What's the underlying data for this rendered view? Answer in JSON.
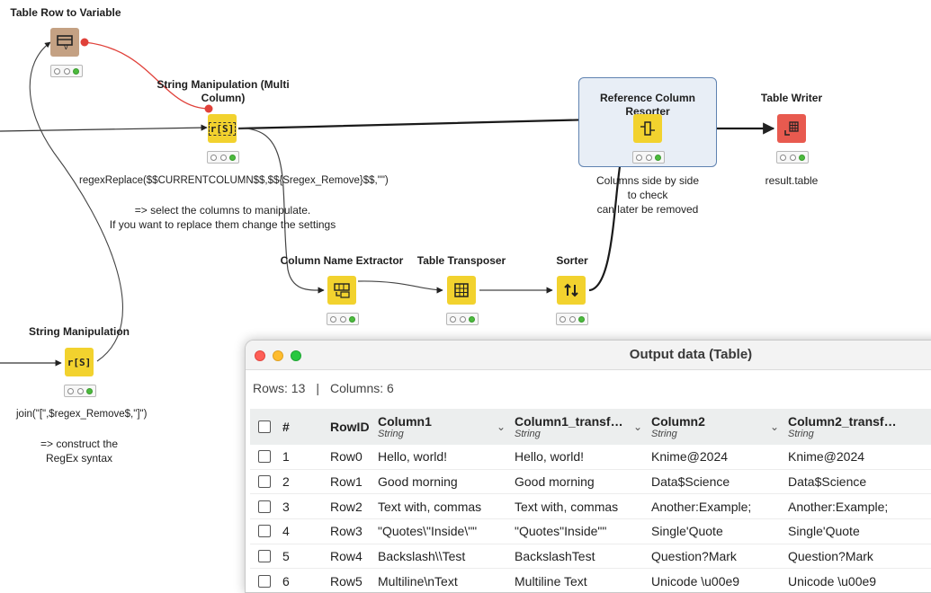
{
  "workflow": {
    "nodes": {
      "table_row_to_variable": {
        "title": "Table Row to Variable"
      },
      "string_manipulation_multi": {
        "title_line1": "String Manipulation (Multi",
        "title_line2": "Column)"
      },
      "reference_column_resorter": {
        "title": "Reference Column Resorter"
      },
      "table_writer": {
        "title": "Table Writer"
      },
      "column_name_extractor": {
        "title": "Column Name Extractor"
      },
      "table_transposer": {
        "title": "Table Transposer"
      },
      "sorter": {
        "title": "Sorter"
      },
      "string_manipulation": {
        "title": "String Manipulation"
      }
    },
    "icons": {
      "string_manipulation_multi": "r[S]",
      "string_manipulation": "r[S]"
    },
    "annotations": {
      "regex_replace": "regexReplace($$CURRENTCOLUMN$$,$${Sregex_Remove}$$,\"\")",
      "select_columns_1": "=> select the columns to manipulate.",
      "select_columns_2": "If you want to replace them change the settings",
      "resorter_note_1": "Columns side by side",
      "resorter_note_2": "to check",
      "resorter_note_3": "can later be removed",
      "writer_note": "result.table",
      "join_expr": "join(\"[\",$regex_Remove$,\"]\")",
      "construct_1": "=> construct the",
      "construct_2": "RegEx syntax"
    },
    "colors": {
      "node_yellow": "#f2d22e",
      "node_brown": "#c4a183",
      "node_red": "#e85a4f",
      "variable_line": "#e0413a",
      "status_green": "#4cbb3d"
    }
  },
  "output_window": {
    "title": "Output data (Table)",
    "rows_label": "Rows: 13",
    "columns_label": "Columns: 6",
    "separator": "|",
    "headers": {
      "index": "#",
      "rowid": "RowID",
      "columns": [
        {
          "name": "Column1",
          "type": "String"
        },
        {
          "name": "Column1_transf…",
          "type": "String"
        },
        {
          "name": "Column2",
          "type": "String"
        },
        {
          "name": "Column2_transf…",
          "type": "String"
        }
      ]
    },
    "rows": [
      {
        "index": "1",
        "rowid": "Row0",
        "c1": "Hello, world!",
        "c1t": "Hello, world!",
        "c2": "Knime@2024",
        "c2t": "Knime@2024"
      },
      {
        "index": "2",
        "rowid": "Row1",
        "c1": "Good morning",
        "c1t": "Good morning",
        "c2": "Data$Science",
        "c2t": "Data$Science"
      },
      {
        "index": "3",
        "rowid": "Row2",
        "c1": "Text with, commas",
        "c1t": "Text with, commas",
        "c2": "Another:Example;",
        "c2t": "Another:Example;"
      },
      {
        "index": "4",
        "rowid": "Row3",
        "c1": "\"Quotes\\\"Inside\\\"\"",
        "c1t": "\"Quotes\"Inside\"\"",
        "c2": "Single'Quote",
        "c2t": "Single'Quote"
      },
      {
        "index": "5",
        "rowid": "Row4",
        "c1": "Backslash\\\\Test",
        "c1t": "BackslashTest",
        "c2": "Question?Mark",
        "c2t": "Question?Mark"
      },
      {
        "index": "6",
        "rowid": "Row5",
        "c1": "Multiline\\nText",
        "c1t": "Multiline Text",
        "c2": "Unicode \\u00e9",
        "c2t": "Unicode \\u00e9"
      }
    ]
  }
}
